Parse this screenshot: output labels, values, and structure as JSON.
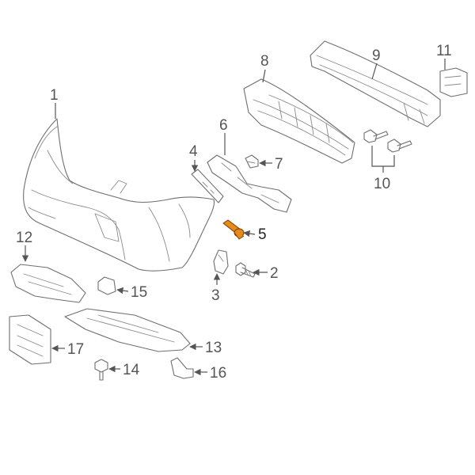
{
  "colors": {
    "highlight": "#e88a1a",
    "line": "#6f6f6f",
    "label": "#555555"
  },
  "callouts": {
    "c1": "1",
    "c2": "2",
    "c3": "3",
    "c4": "4",
    "c5": "5",
    "c6": "6",
    "c7": "7",
    "c8": "8",
    "c9": "9",
    "c10": "10",
    "c11": "11",
    "c12": "12",
    "c13": "13",
    "c14": "14",
    "c15": "15",
    "c16": "16",
    "c17": "17"
  },
  "highlighted_part": "5"
}
